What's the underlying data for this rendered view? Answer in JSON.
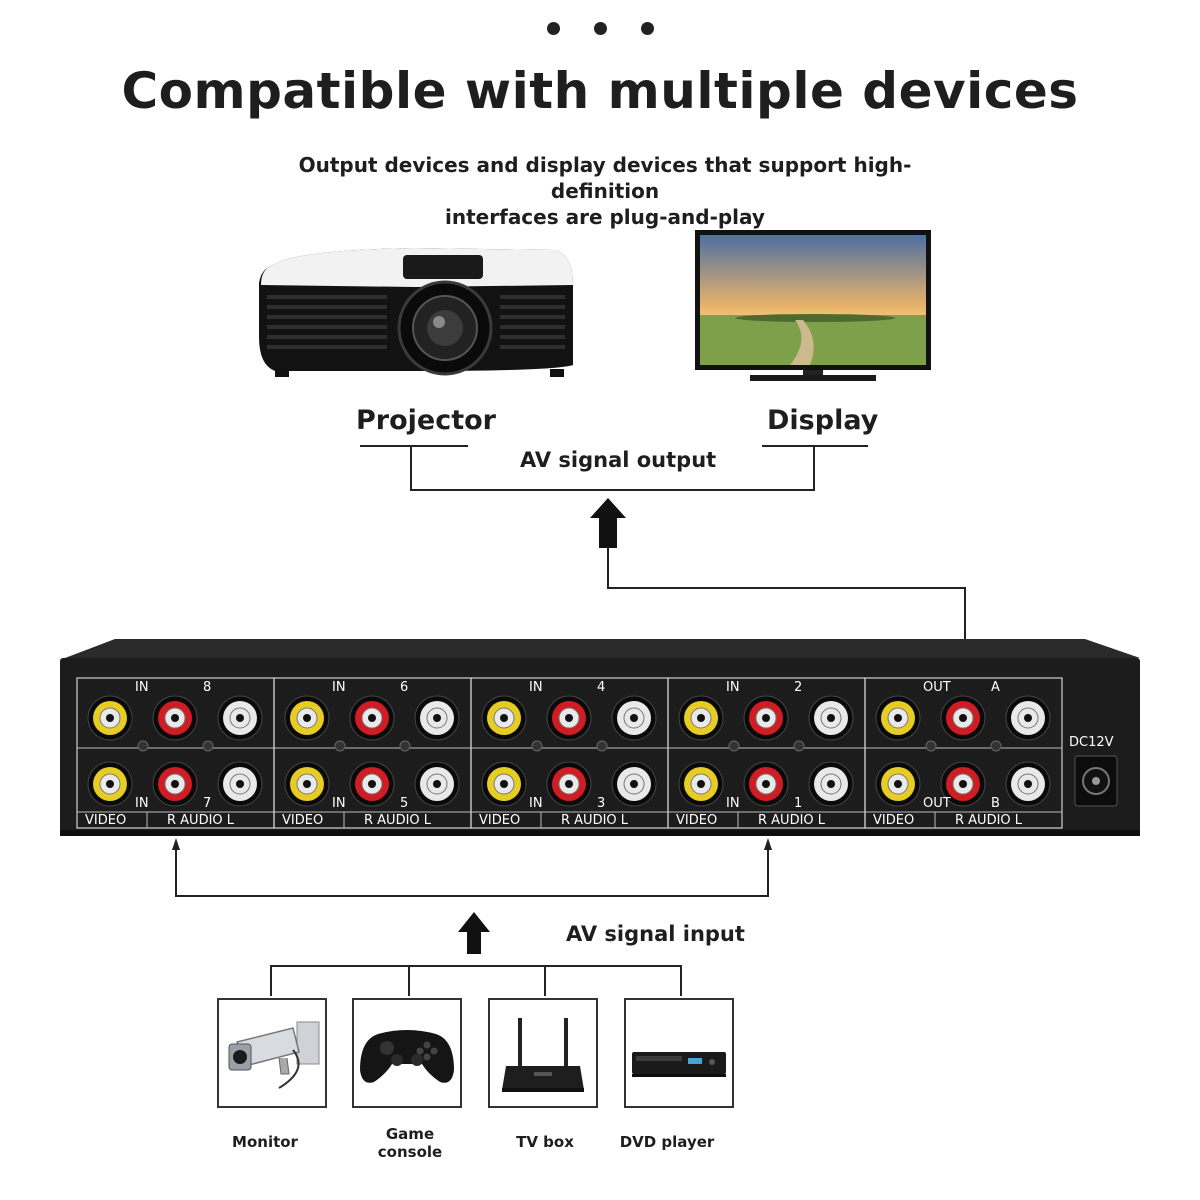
{
  "header": {
    "title": "Compatible with multiple devices",
    "subtitle_line1": "Output devices and display devices that support high-definition",
    "subtitle_line2": "interfaces are plug-and-play"
  },
  "outputs": {
    "projector_label": "Projector",
    "display_label": "Display",
    "signal_label": "AV signal output"
  },
  "inputs": {
    "signal_label": "AV signal input",
    "devices": [
      {
        "label": "Monitor",
        "icon": "camera-icon"
      },
      {
        "label_line1": "Game",
        "label_line2": "console",
        "icon": "gamepad-icon"
      },
      {
        "label": "TV box",
        "icon": "tv-box-icon"
      },
      {
        "label": "DVD player",
        "icon": "dvd-player-icon"
      }
    ]
  },
  "panel": {
    "dc_label": "DC12V",
    "groups": [
      {
        "top_in": "IN",
        "top_num": "8",
        "bot_in": "IN",
        "bot_num": "7"
      },
      {
        "top_in": "IN",
        "top_num": "6",
        "bot_in": "IN",
        "bot_num": "5"
      },
      {
        "top_in": "IN",
        "top_num": "4",
        "bot_in": "IN",
        "bot_num": "3"
      },
      {
        "top_in": "IN",
        "top_num": "2",
        "bot_in": "IN",
        "bot_num": "1"
      },
      {
        "top_in": "OUT",
        "top_num": "A",
        "bot_in": "OUT",
        "bot_num": "B"
      }
    ],
    "video_label": "VIDEO",
    "audio_label": "R  AUDIO  L"
  },
  "colors": {
    "jack_yellow": "#e7cc23",
    "jack_red": "#d01c23",
    "jack_white": "#e9e9e9",
    "panel_body": "#1c1c1c"
  }
}
